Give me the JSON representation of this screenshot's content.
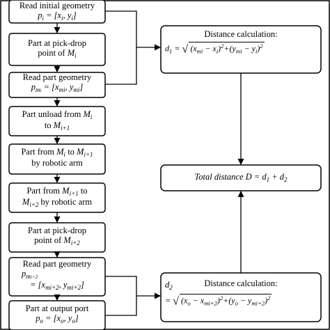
{
  "left_column": [
    {
      "line1": "Read initial geometry",
      "line2": "p_i = [x_i, y_i]"
    },
    {
      "line1": "Part at pick-drop",
      "line2": "point of M_i"
    },
    {
      "line1": "Read part geometry",
      "line2": "p_mi = [x_mi, y_mi]"
    },
    {
      "line1": "Part unload from M_i",
      "line2": "to M_i+1"
    },
    {
      "line1": "Part from M_i to M_i+1",
      "line2": "by robotic arm"
    },
    {
      "line1": "Part from M_i+1 to",
      "line2": "M_i+2 by robotic arm"
    },
    {
      "line1": "Part at pick-drop",
      "line2": "point of M_i+2"
    },
    {
      "line1": "Read part geometry",
      "line2": "p_mi+2",
      "line3": "= [x_mi+2, y_mi+2]"
    },
    {
      "line1": "Part at output port",
      "line2": "p_o = [x_o, y_o]"
    }
  ],
  "right_column": {
    "distance1": {
      "title": "Distance calculation:",
      "formula": "d_1 = sqrt((x_mi - x_i)^2 + (y_mi - y_i)^2)"
    },
    "total": {
      "formula": "Total distance D = d_1 + d_2"
    },
    "distance2": {
      "title": "Distance calculation:",
      "formula": "d_2 = sqrt((x_o - x_mi+2)^2 + (y_o - y_mi+2)^2)"
    }
  }
}
